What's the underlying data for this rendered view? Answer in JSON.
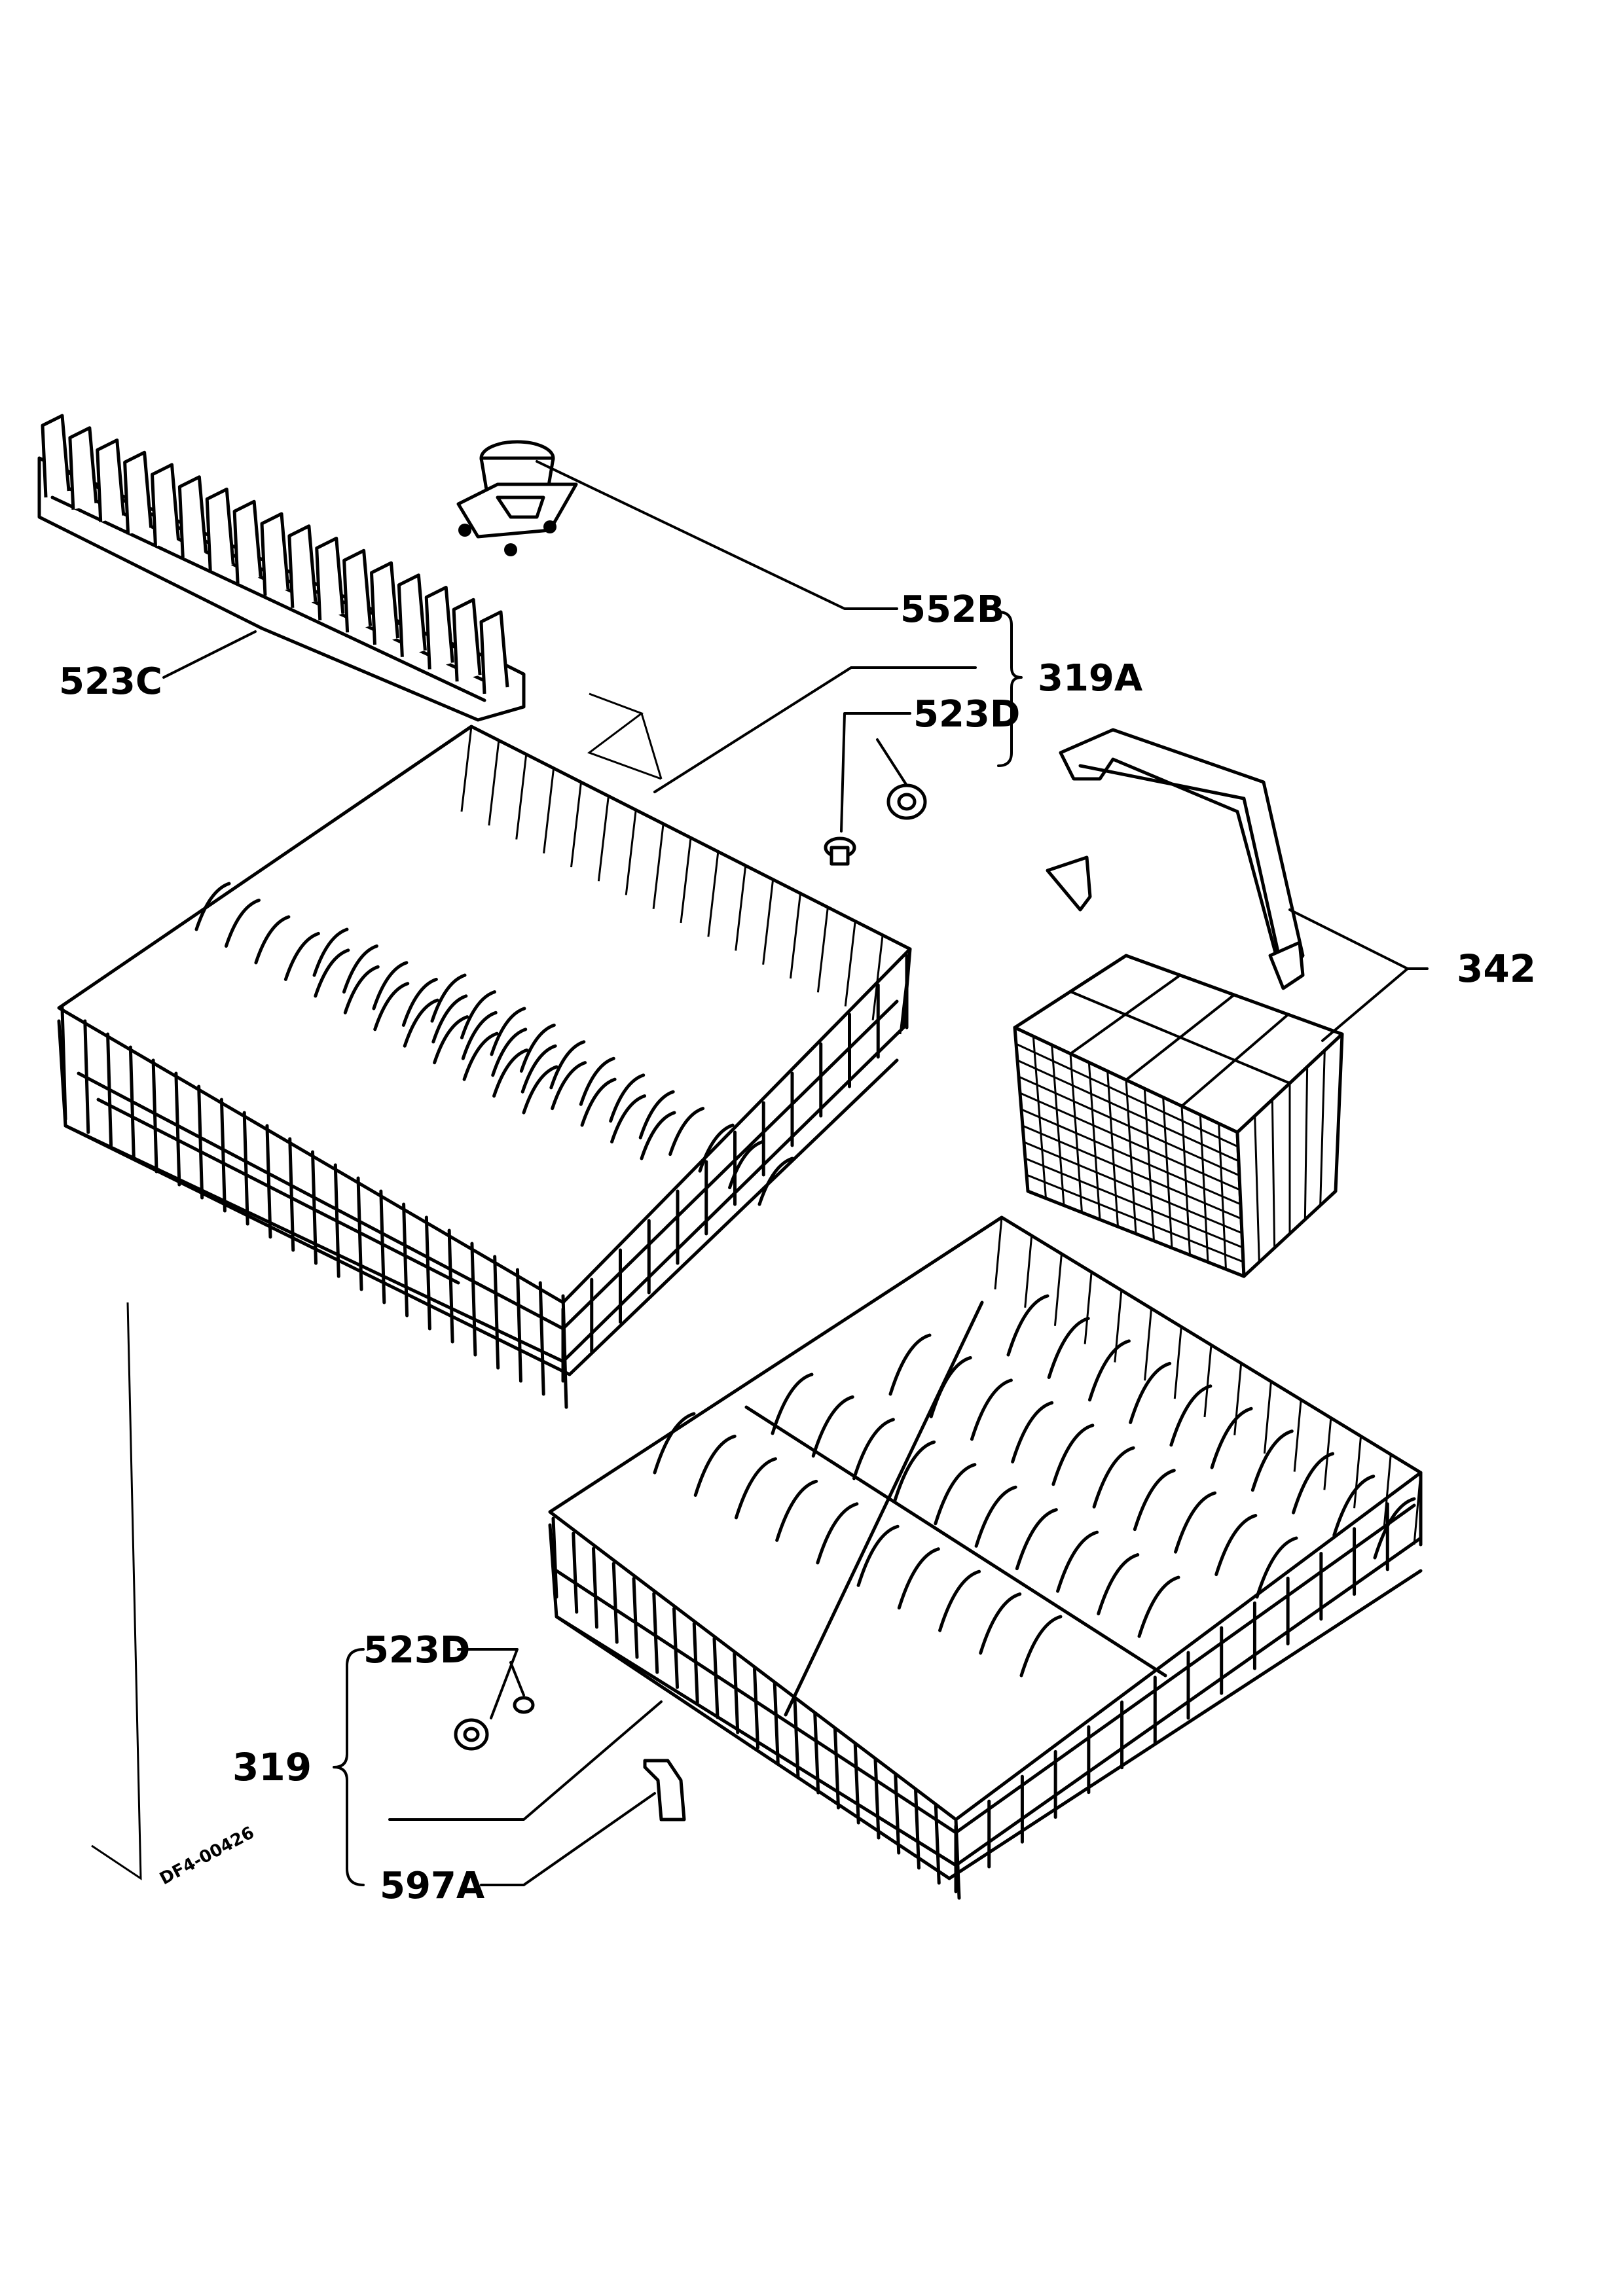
{
  "labels": {
    "l552b": "552B",
    "l319a": "319A",
    "l523d_top": "523D",
    "l523c": "523C",
    "l342": "342",
    "l523d_bottom": "523D",
    "l319": "319",
    "l597a": "597A",
    "code": "DF4-00426"
  },
  "colors": {
    "ink": "#000000",
    "paper": "#ffffff"
  }
}
